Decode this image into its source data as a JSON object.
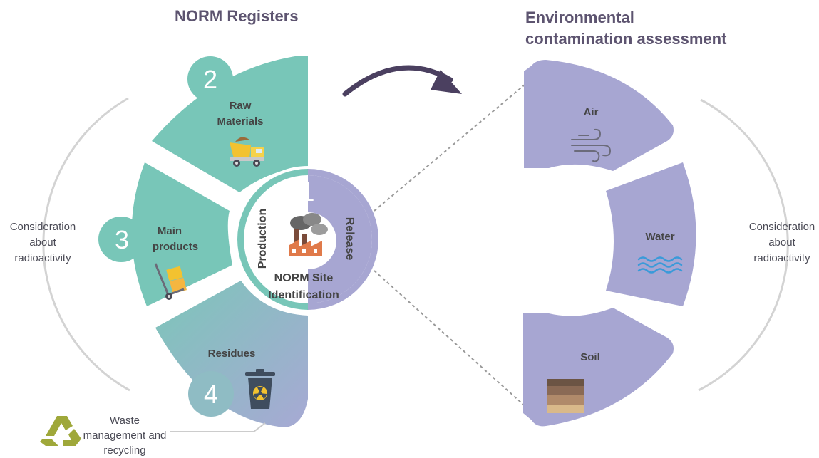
{
  "titles": {
    "left": "NORM Registers",
    "right_line1": "Environmental",
    "right_line2": "contamination assessment"
  },
  "side_notes": {
    "left": [
      "Consideration",
      "about",
      "radioactivity"
    ],
    "right": [
      "Consideration",
      "about",
      "radioactivity"
    ]
  },
  "center": {
    "number": "1",
    "production": "Production",
    "release": "Release",
    "site_line1": "NORM Site",
    "site_line2": "Identification"
  },
  "left_segments": [
    {
      "number": "2",
      "line1": "Raw",
      "line2": "Materials",
      "icon": "dump-truck-icon"
    },
    {
      "number": "3",
      "line1": "Main",
      "line2": "products",
      "icon": "hand-truck-icon"
    },
    {
      "number": "4",
      "line1": "Residues",
      "line2": "",
      "icon": "radioactive-bin-icon"
    }
  ],
  "right_segments": [
    {
      "label": "Air",
      "icon": "wind-icon"
    },
    {
      "label": "Water",
      "icon": "waves-icon"
    },
    {
      "label": "Soil",
      "icon": "soil-layers-icon"
    }
  ],
  "waste": {
    "lines": [
      "Waste",
      "management and",
      "recycling"
    ],
    "icon": "recycle-icon"
  },
  "colors": {
    "teal": "#78c6b8",
    "teal_dark": "#6bbcae",
    "lavender": "#a7a6d2",
    "title": "#5d5470",
    "arrow": "#4b4060",
    "guide": "#cfcfcf"
  }
}
